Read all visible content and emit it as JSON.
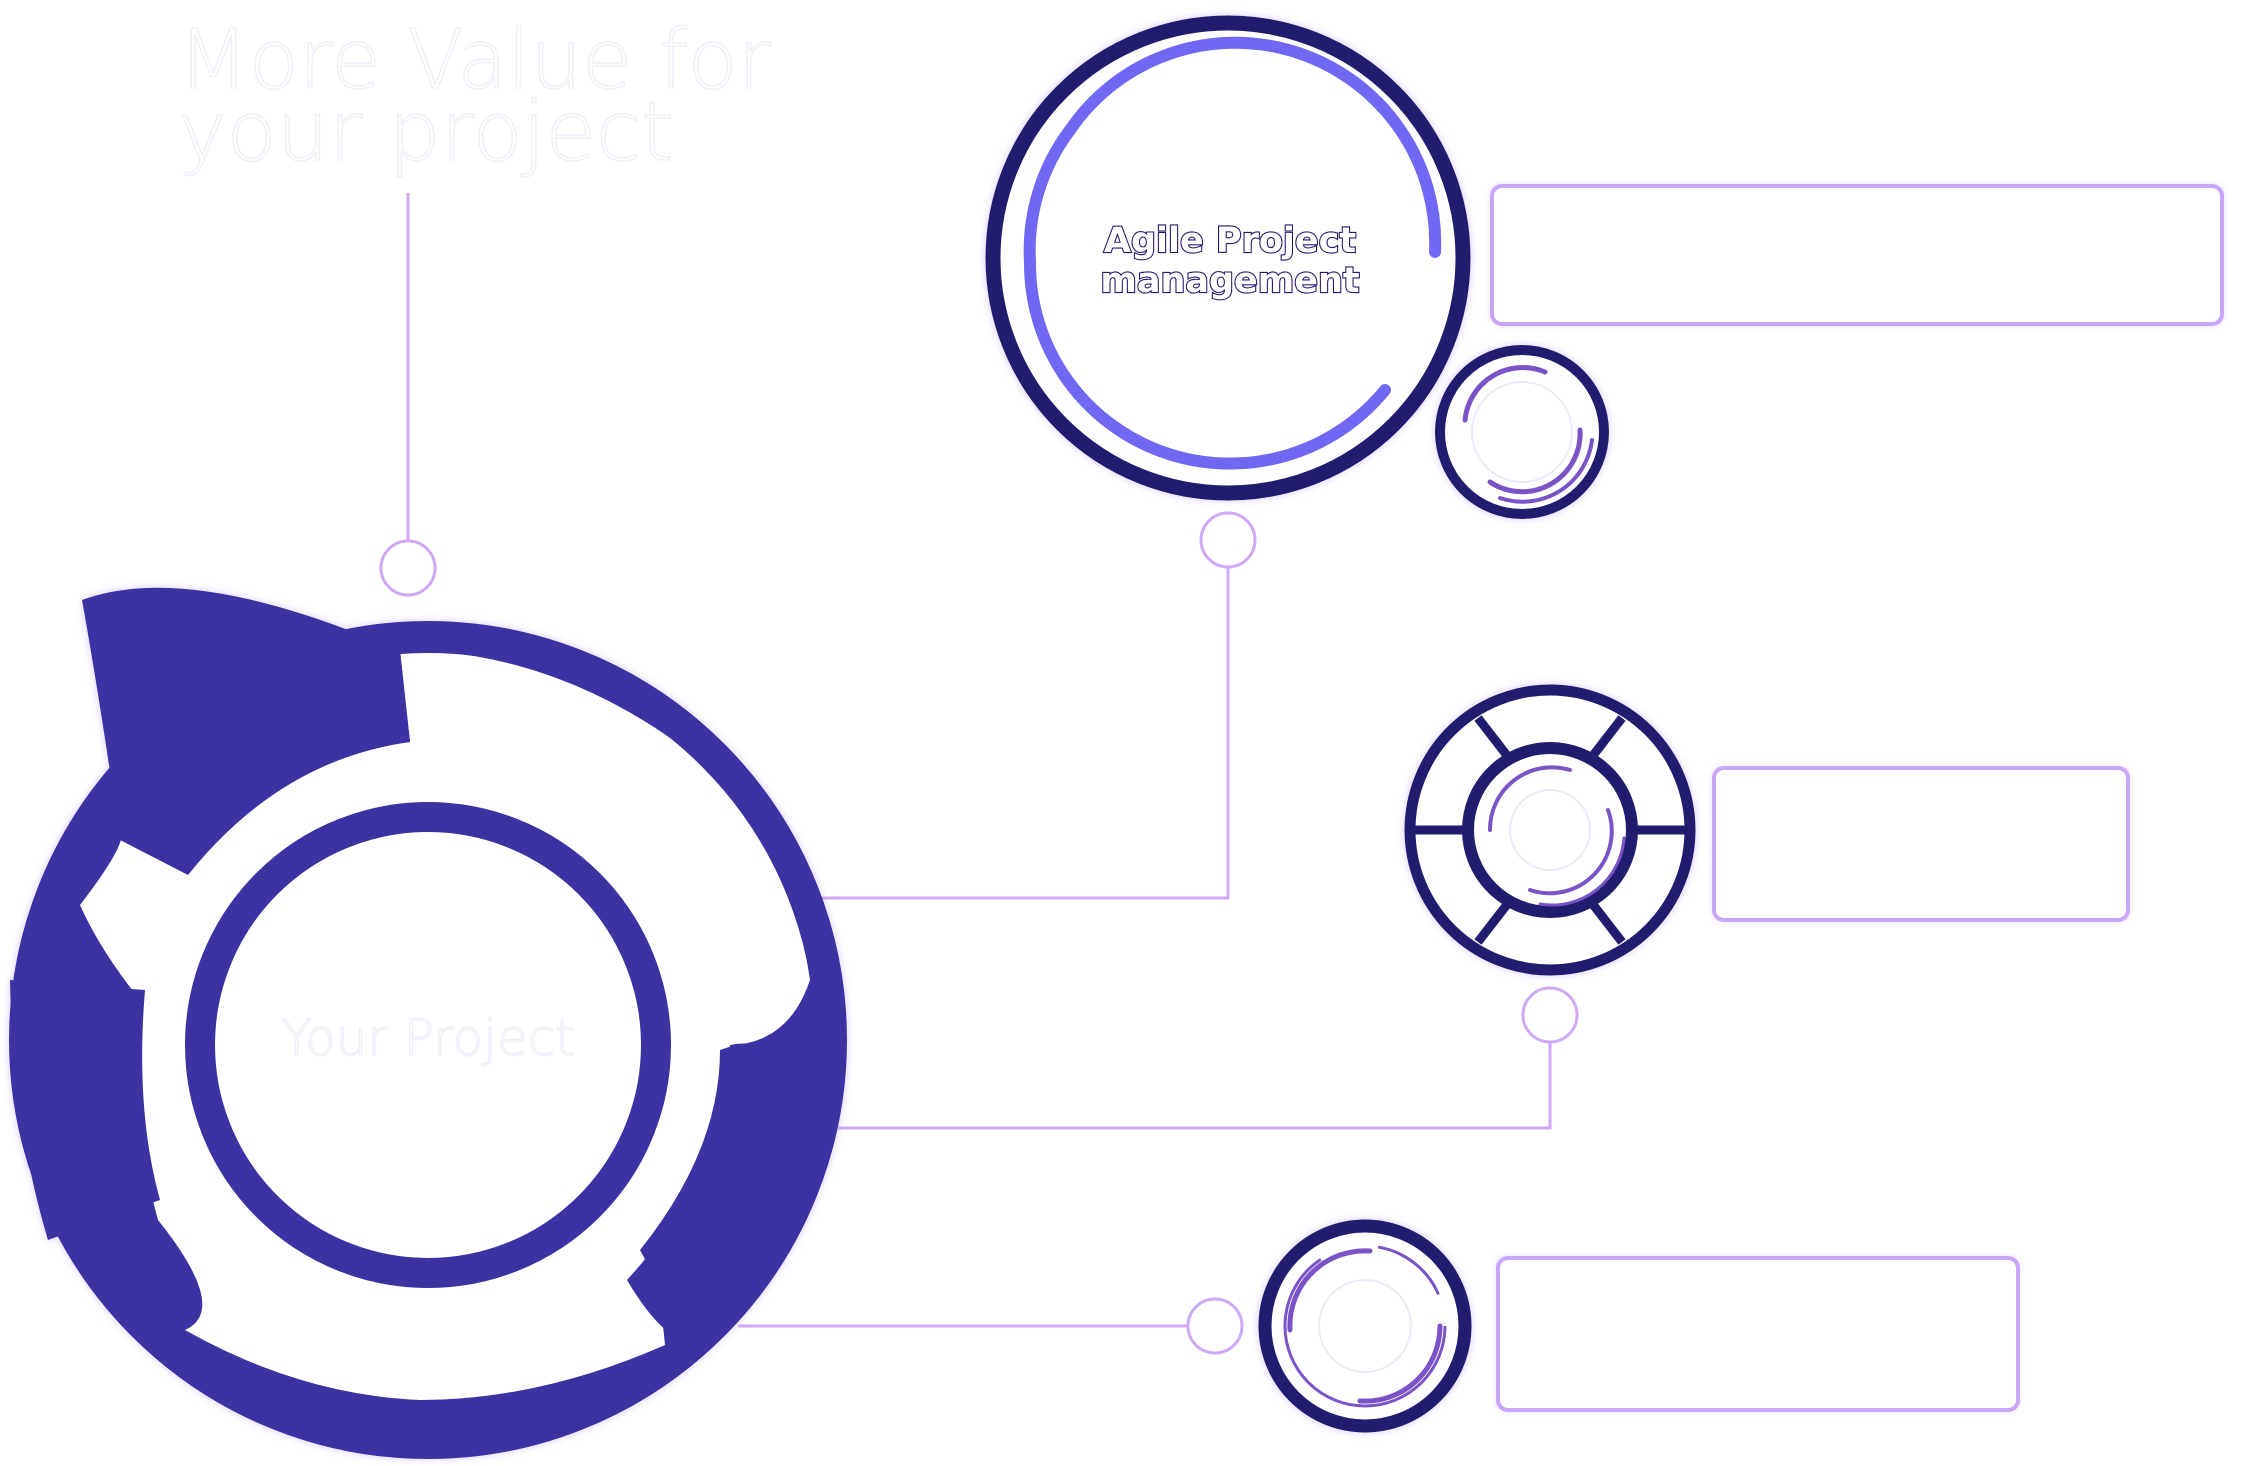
{
  "headline": {
    "line1": "More Value  for",
    "line2": "your project"
  },
  "hub": {
    "label": "Your Project"
  },
  "nodes": {
    "agile": {
      "label_line1": "Agile Project",
      "label_line2": "management"
    }
  },
  "colors": {
    "hub": "#3d32a1",
    "ring_dark": "#231b6e",
    "progress_arc": "#7067f2",
    "connector": "#cfa8f8",
    "card_border": "#c9a6f7",
    "inner_arc": "#7a52c7"
  }
}
